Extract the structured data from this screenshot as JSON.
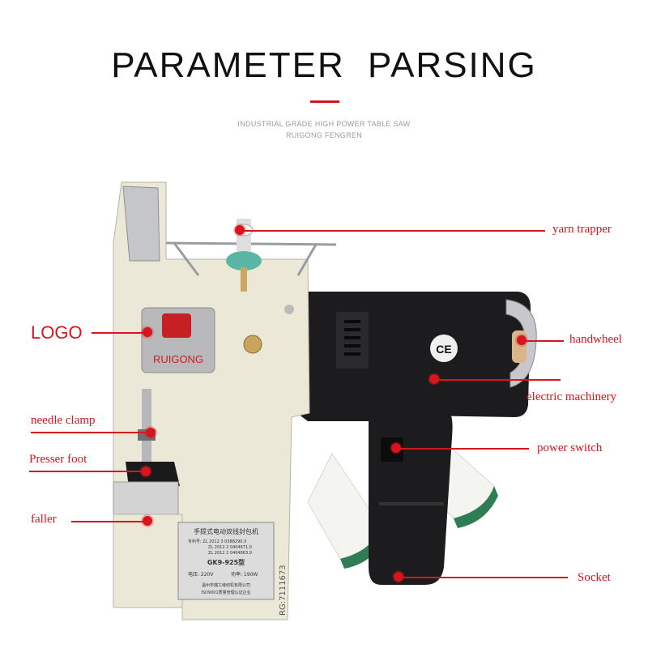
{
  "header": {
    "title": "PARAMETER PARSING",
    "subtitle_line1": "INDUSTRIAL GRADE HIGH POWER TABLE SAW",
    "subtitle_line2": "RUIGONG FENGREN"
  },
  "machine": {
    "brand": "RUIGONG",
    "ce_mark": "CE",
    "nameplate_title": "手提式电动双线封包机",
    "nameplate_patent_1": "专利号: ZL 2012 3 0388290.X",
    "nameplate_patent_2": "ZL 2012 2 0404671.0",
    "nameplate_patent_3": "ZL 2012 2 0404863.9",
    "nameplate_model": "GK9-925型",
    "nameplate_voltage": "电压: 220V",
    "nameplate_power": "功率: 190W",
    "nameplate_maker": "温州市瑞工缝纫机有限公司",
    "nameplate_cert": "ISO9001质量管理认证企业",
    "serial": "RG:7111673"
  },
  "callouts": {
    "logo": "LOGO",
    "needle_clamp": "needle clamp",
    "presser_foot": "Presser foot",
    "faller": "faller",
    "yarn_trapper": "yarn trapper",
    "handwheel": "handwheel",
    "electric_machinery": "electric machinery",
    "power_switch": "power switch",
    "socket": "Socket"
  },
  "colors": {
    "accent": "#d8141c",
    "body_cream": "#ece8d8",
    "motor_black": "#1c1c1e"
  }
}
